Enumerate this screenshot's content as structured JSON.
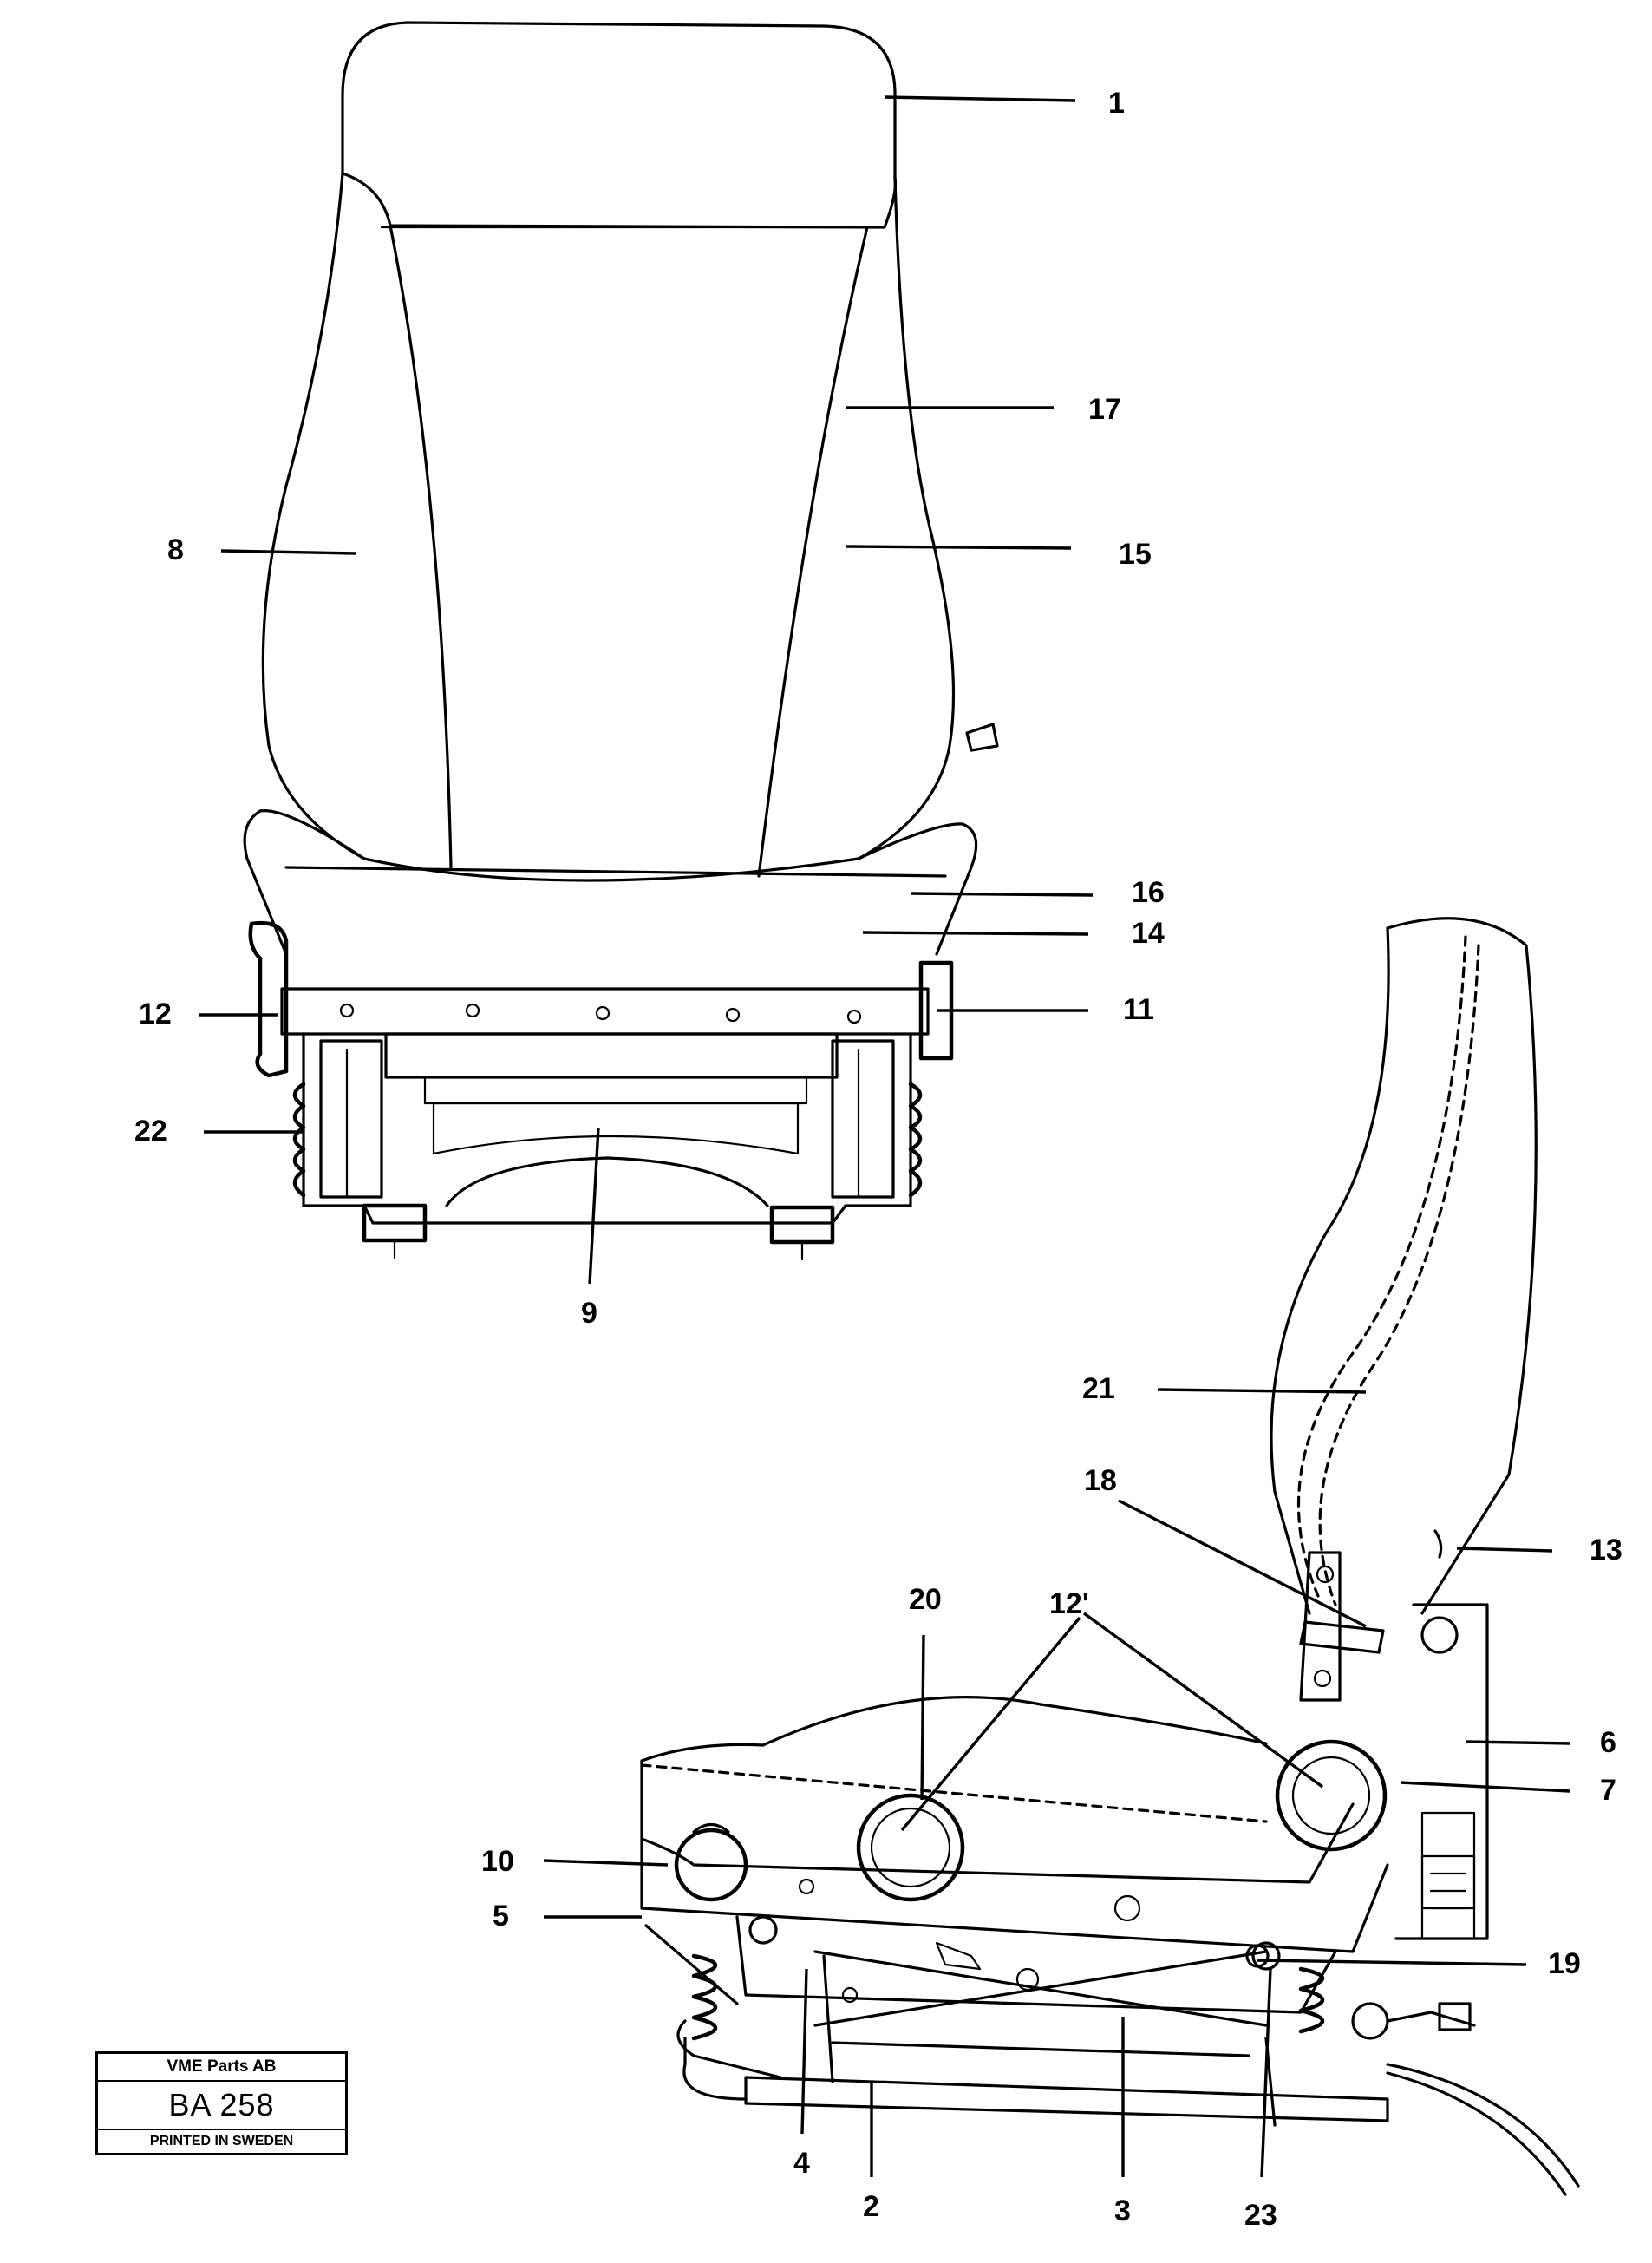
{
  "callouts": [
    "1",
    "17",
    "8",
    "15",
    "16",
    "14",
    "12",
    "11",
    "22",
    "9",
    "21",
    "18",
    "13",
    "20",
    "12'",
    "6",
    "7",
    "10",
    "5",
    "19",
    "4",
    "2",
    "3",
    "23"
  ],
  "stamp": {
    "company": "VME Parts AB",
    "number": "BA 258",
    "printed": "PRINTED IN SWEDEN"
  }
}
